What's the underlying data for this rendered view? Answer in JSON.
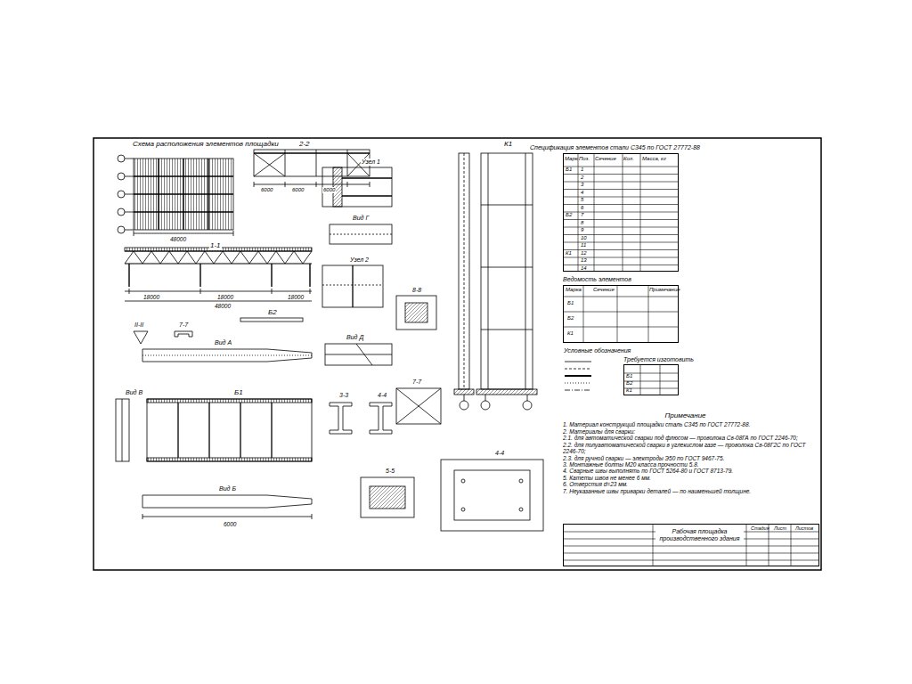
{
  "diagram": {
    "nodes": [
      {
        "text": [
          "Спецификация элементов стали С345 по ГОСТ 27772-88"
        ]
      },
      {
        "text": [
          "Ведомость элементов"
        ]
      },
      {
        "text": [
          "Требуется изготовить"
        ]
      },
      {
        "text": [
          "Примечание",
          "1. Материал конструкций площадки сталь С345 по ГОСТ 27772-88.",
          "2. Материалы для сварки:",
          "2.1. для автоматической сварки под флюсом — проволока Св-08ГА по ГОСТ 2246-70;",
          "2.2. для полуавтоматической сварки в углекислом газе — проволока Св-08Г2С по ГОСТ 2246-70;",
          "2.3. для ручной сварки — электроды Э50 по ГОСТ 9467-75.",
          "3. Монтажные болты М20 класса прочности 5.8.",
          "4. Сварные швы выполнять по ГОСТ 5264-80 и ГОСТ 8713-79.",
          "5. Катеты швов не менее 6 мм.",
          "6. Отверстия d=23 мм.",
          "7. Неуказанные швы приварки деталей — по наименьшей толщине."
        ]
      },
      {
        "text": [
          "Рабочая площадка производственного здания"
        ]
      }
    ],
    "labels": [
      "Схема расположения элементов площадки",
      "2-2",
      "К1",
      "48000",
      "1-1",
      "6000",
      "6000",
      "6000",
      "18000",
      "18000",
      "18000",
      "48000",
      "Б2",
      "II-II",
      "7-7",
      "Узел 1",
      "Вид Г",
      "Узел 2",
      "8-8",
      "Вид Д",
      "Вид А",
      "Б1",
      "Вид В",
      "Вид Б",
      "6000",
      "3-3",
      "4-4",
      "7-7",
      "5-5",
      "4-4",
      "Условные обозначения",
      "Марка",
      "Поз.",
      "Сечение",
      "Кол.",
      "Масса, кг",
      "1",
      "2",
      "3",
      "4",
      "5",
      "6",
      "7",
      "8",
      "9",
      "10",
      "11",
      "12",
      "13",
      "14",
      "Б1",
      "Б2",
      "К1",
      "Марка",
      "Сечение",
      "Примечание",
      "Б1",
      "Б2",
      "К1",
      "Б1",
      "Б2",
      "К1",
      "Стадия",
      "Лист",
      "Листов"
    ]
  }
}
